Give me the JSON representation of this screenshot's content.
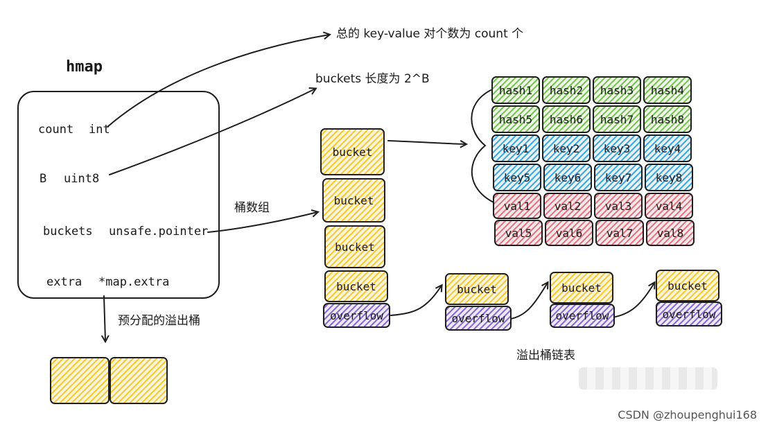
{
  "hmap": {
    "title": "hmap",
    "fields": [
      {
        "name": "count",
        "type": "int"
      },
      {
        "name": "B",
        "type": "uint8"
      },
      {
        "name": "buckets",
        "type": "unsafe.pointer"
      },
      {
        "name": "extra",
        "type": "*map.extra"
      }
    ]
  },
  "annotations": {
    "count_note": "总的 key-value 对个数为 count 个",
    "b_note": "buckets 长度为 2^B",
    "bucket_array": "桶数组",
    "prealloc_overflow": "预分配的溢出桶",
    "overflow_list": "溢出桶链表"
  },
  "bucket_array": {
    "bucket_label": "bucket",
    "overflow_label": "overflow"
  },
  "bucket_detail": {
    "hash_row1": [
      "hash1",
      "hash2",
      "hash3",
      "hash4"
    ],
    "hash_row2": [
      "hash5",
      "hash6",
      "hash7",
      "hash8"
    ],
    "key_row1": [
      "key1",
      "key2",
      "key3",
      "key4"
    ],
    "key_row2": [
      "key5",
      "key6",
      "key7",
      "key8"
    ],
    "val_row1": [
      "val1",
      "val2",
      "val3",
      "val4"
    ],
    "val_row2": [
      "val5",
      "val6",
      "val7",
      "val8"
    ]
  },
  "overflow_chain": [
    {
      "bucket": "bucket",
      "overflow": "overflow"
    },
    {
      "bucket": "bucket",
      "overflow": "overflow"
    },
    {
      "bucket": "bucket",
      "overflow": "overflow"
    }
  ],
  "watermark": "CSDN @zhoupenghui168",
  "colors": {
    "bucket": "#f5c842",
    "hash": "#7bc35a",
    "key": "#4aa7dc",
    "val": "#e07a84",
    "overflow": "#8a6fd1"
  }
}
